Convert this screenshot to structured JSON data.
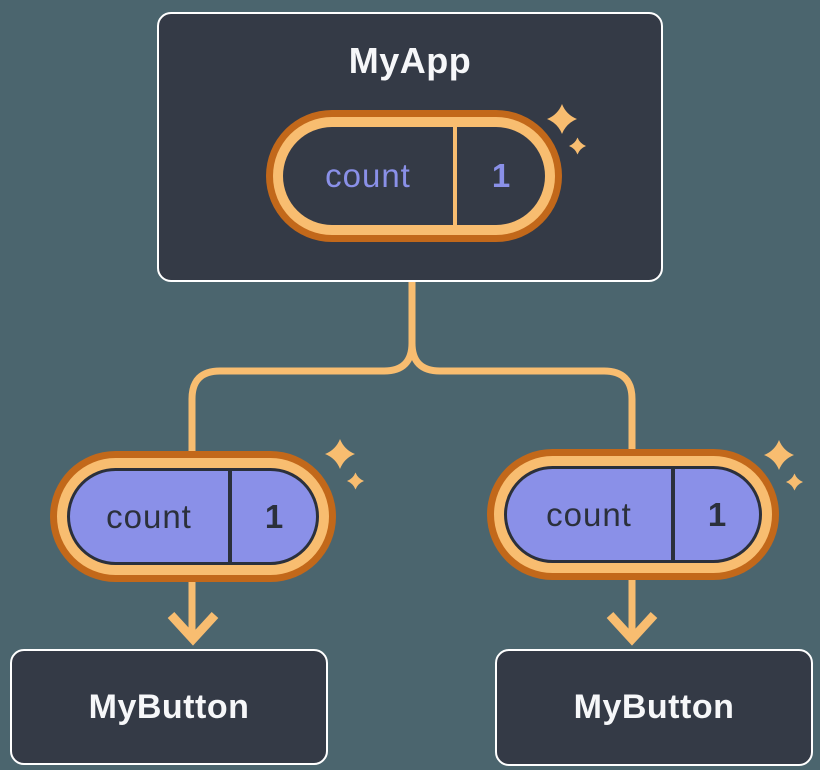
{
  "palette": {
    "bg": "#4B656E",
    "panel": "#343A46",
    "panel-border": "#FFFFFF",
    "text": "#F6F7F9",
    "orange": "#F8BD70",
    "orange-deep": "#C2681A",
    "periwinkle": "#8A90E8",
    "ink": "#2B303B"
  },
  "icons": {
    "sparkle": "four-point-star-sparkle",
    "arrow": "down-arrowhead"
  },
  "tree": {
    "root": {
      "title": "MyApp",
      "state": {
        "label": "count",
        "value": "1"
      }
    },
    "children": [
      {
        "title": "MyButton",
        "prop": {
          "label": "count",
          "value": "1"
        }
      },
      {
        "title": "MyButton",
        "prop": {
          "label": "count",
          "value": "1"
        }
      }
    ]
  }
}
